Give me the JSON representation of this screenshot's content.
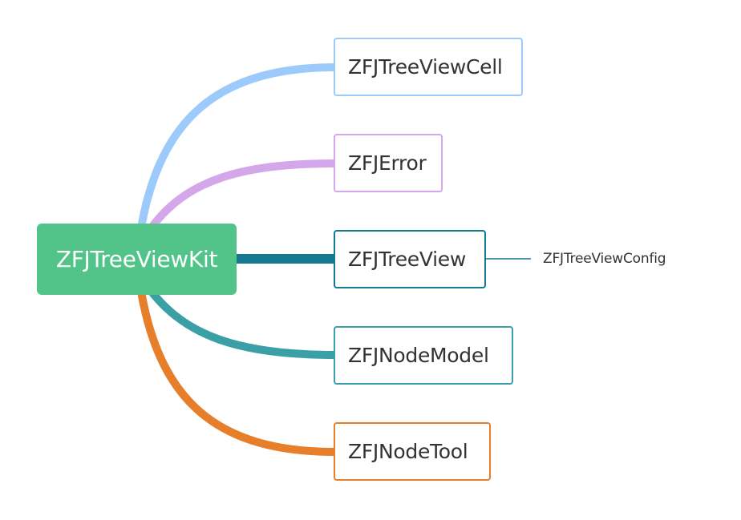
{
  "root": {
    "label": "ZFJTreeViewKit",
    "color": "#52c48a"
  },
  "children": [
    {
      "label": "ZFJTreeViewCell",
      "color": "#9ccbfb"
    },
    {
      "label": "ZFJError",
      "color": "#d4a6ea"
    },
    {
      "label": "ZFJTreeView",
      "color": "#137a91"
    },
    {
      "label": "ZFJNodeModel",
      "color": "#3aa0a6"
    },
    {
      "label": "ZFJNodeTool",
      "color": "#e67e2a"
    }
  ],
  "subtopic": {
    "label": "ZFJTreeViewConfig",
    "color": "#137a91"
  }
}
